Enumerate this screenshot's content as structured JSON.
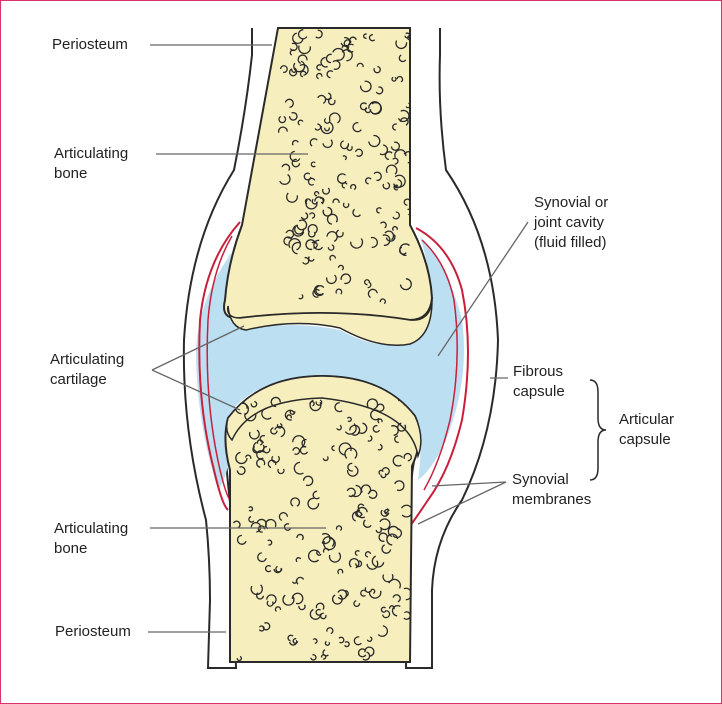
{
  "colors": {
    "frame_border": "#d8336a",
    "bone_fill": "#f6eebd",
    "bone_outline": "#2a2a2a",
    "fluid_fill": "#bddff2",
    "membrane_red": "#c8203c",
    "capsule_outline": "#2a2a2a",
    "leader_line": "#666666",
    "text": "#222222"
  },
  "labels": {
    "periosteum_top": "Periosteum",
    "bone_top_line1": "Articulating",
    "bone_top_line2": "bone",
    "cartilage_line1": "Articulating",
    "cartilage_line2": "cartilage",
    "cavity_line1": "Synovial or",
    "cavity_line2": "joint cavity",
    "cavity_line3": "(fluid filled)",
    "fibrous_line1": "Fibrous",
    "fibrous_line2": "capsule",
    "articular_line1": "Articular",
    "articular_line2": "capsule",
    "membranes_line1": "Synovial",
    "membranes_line2": "membranes",
    "bone_bottom_line1": "Articulating",
    "bone_bottom_line2": "bone",
    "periosteum_bottom": "Periosteum"
  }
}
